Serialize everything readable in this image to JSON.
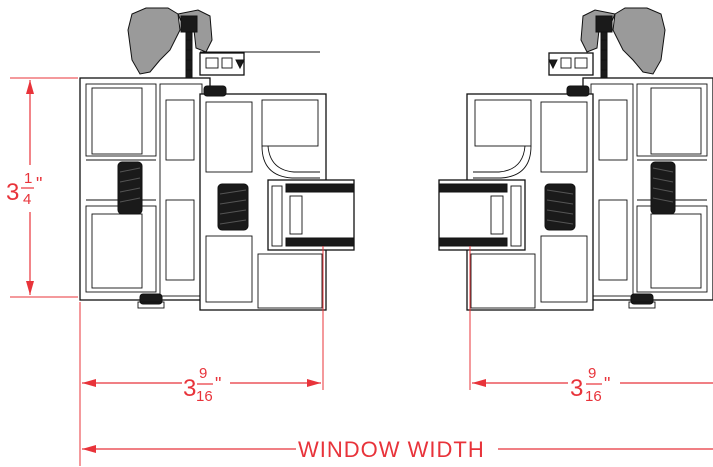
{
  "dimensions": {
    "height": {
      "whole": "3",
      "num": "1",
      "den": "4",
      "unit": "\""
    },
    "left_depth": {
      "whole": "3",
      "num": "9",
      "den": "16",
      "unit": "\""
    },
    "right_depth": {
      "whole": "3",
      "num": "9",
      "den": "16",
      "unit": "\""
    },
    "width_label": "WINDOW WIDTH"
  },
  "colors": {
    "dimension": "#e8333a",
    "profile_stroke": "#111111",
    "anchor_fill": "#9a9a9a",
    "gasket_fill": "#1a1a1a"
  }
}
